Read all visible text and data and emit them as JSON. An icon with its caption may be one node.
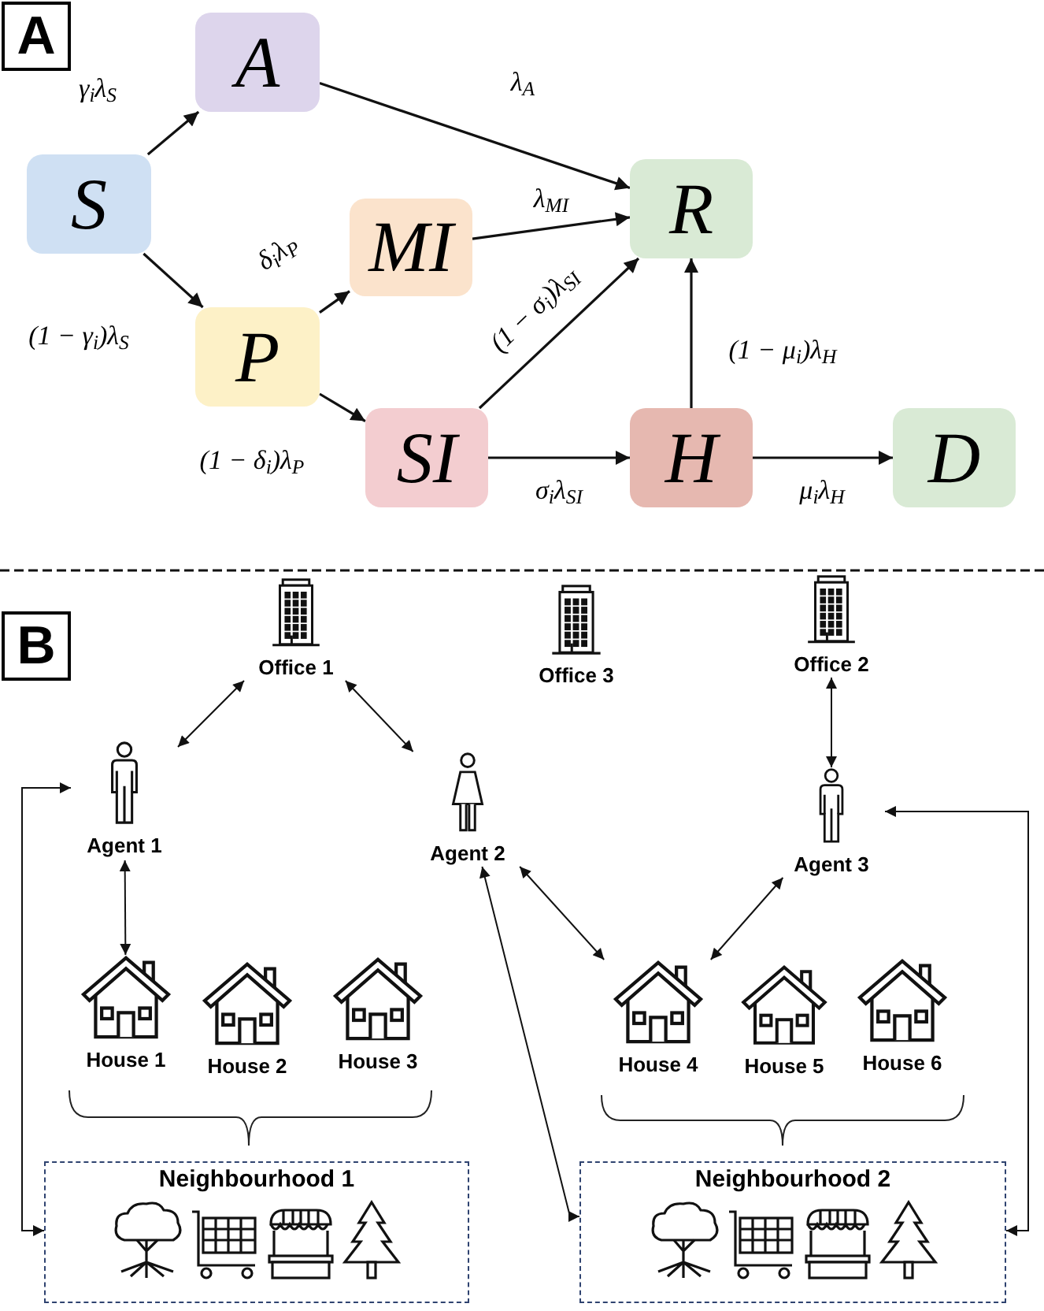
{
  "diagram": {
    "nodes": [
      {
        "text": [
          "A"
        ]
      },
      {
        "text": [
          "A"
        ]
      },
      {
        "text": [
          "S"
        ]
      },
      {
        "text": [
          "MI"
        ]
      },
      {
        "text": [
          "R"
        ]
      },
      {
        "text": [
          "P"
        ]
      },
      {
        "text": [
          "SI"
        ]
      },
      {
        "text": [
          "H"
        ]
      },
      {
        "text": [
          "D"
        ]
      },
      {
        "text": [
          "B"
        ]
      },
      {
        "text": [
          "Office 1"
        ]
      },
      {
        "text": [
          "Office 3"
        ]
      },
      {
        "text": [
          "Office 2"
        ]
      },
      {
        "text": [
          "Agent 1"
        ]
      },
      {
        "text": [
          "Agent 2"
        ]
      },
      {
        "text": [
          "Agent 3"
        ]
      },
      {
        "text": [
          "House 1"
        ]
      },
      {
        "text": [
          "House 2"
        ]
      },
      {
        "text": [
          "House 3"
        ]
      },
      {
        "text": [
          "House 4"
        ]
      },
      {
        "text": [
          "House 5"
        ]
      },
      {
        "text": [
          "House 6"
        ]
      },
      {
        "text": [
          "Neighbourhood 1"
        ]
      },
      {
        "text": [
          "Neighbourhood 2"
        ]
      }
    ],
    "edges": [
      {
        "from": 2,
        "to": 1,
        "arrow": "to",
        "label": "γ$_{i}$λ$_{S}$"
      },
      {
        "from": 2,
        "to": 5,
        "arrow": "to",
        "label": "(1 − γ$_{i}$)λ$_{S}$"
      },
      {
        "from": 1,
        "to": 4,
        "arrow": "to",
        "label": "λ$_{A}$"
      },
      {
        "from": 5,
        "to": 3,
        "arrow": "to",
        "label": "δ$_{i}$λ$_{P}$"
      },
      {
        "from": 5,
        "to": 6,
        "arrow": "to",
        "label": "(1 − δ$_{i}$)λ$_{P}$"
      },
      {
        "from": 3,
        "to": 4,
        "arrow": "to",
        "label": "λ$_{MI}$"
      },
      {
        "from": 6,
        "to": 4,
        "arrow": "to",
        "label": "(1 − σ$_{i}$)λ$_{SI}$"
      },
      {
        "from": 6,
        "to": 7,
        "arrow": "to",
        "label": "σ$_{i}$λ$_{SI}$"
      },
      {
        "from": 7,
        "to": 4,
        "arrow": "to",
        "label": "(1 − μ$_{i}$)λ$_{H}$"
      },
      {
        "from": 7,
        "to": 8,
        "arrow": "to",
        "label": "μ$_{i}$λ$_{H}$"
      },
      {
        "from": 10,
        "to": 13,
        "arrow": "both"
      },
      {
        "from": 10,
        "to": 14,
        "arrow": "both"
      },
      {
        "from": 12,
        "to": 15,
        "arrow": "both"
      },
      {
        "from": 13,
        "to": 16,
        "arrow": "both"
      },
      {
        "from": 14,
        "to": 19,
        "arrow": "both"
      },
      {
        "from": 14,
        "to": 23,
        "arrow": "both"
      },
      {
        "from": 15,
        "to": 19,
        "arrow": "both"
      },
      {
        "from": 13,
        "to": 22,
        "arrow": "both"
      },
      {
        "from": 15,
        "to": 23,
        "arrow": "both"
      }
    ]
  }
}
